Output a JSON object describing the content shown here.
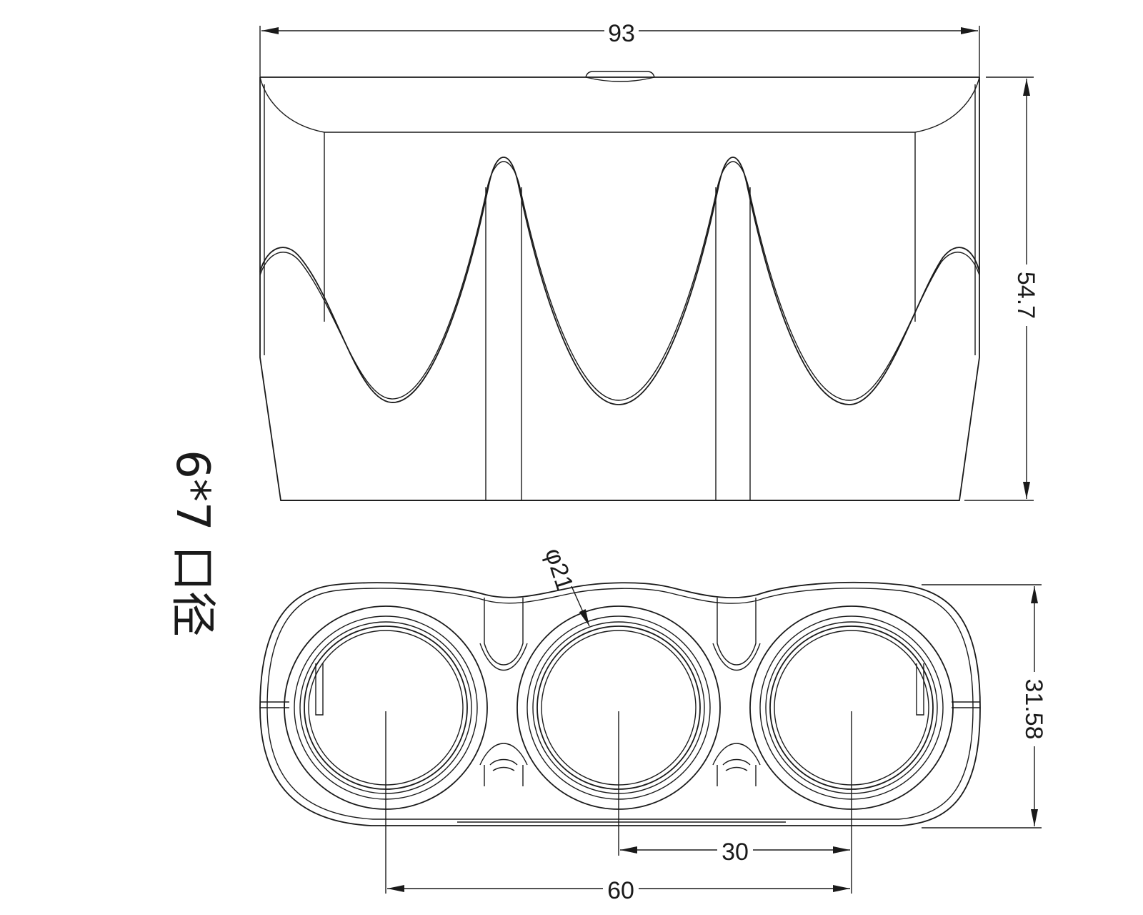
{
  "dimensions": {
    "overall_width": "93",
    "front_height": "54.7",
    "top_depth": "31.58",
    "hole_diameter": "φ21",
    "pitch": "30",
    "span": "60"
  },
  "side_label": "6*7 口径",
  "colors": {
    "line": "#1a1a1a",
    "background": "#ffffff"
  }
}
